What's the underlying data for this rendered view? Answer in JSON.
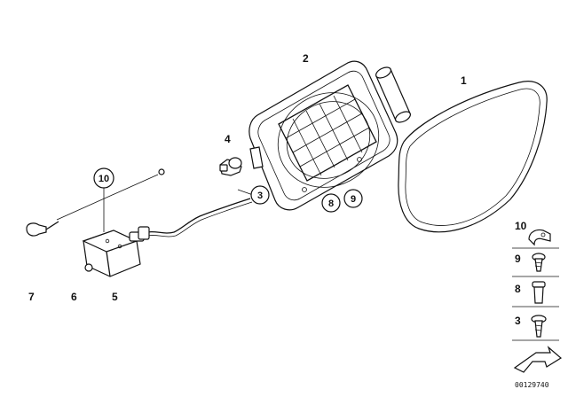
{
  "callouts": {
    "c1": "1",
    "c2": "2",
    "c3": "3",
    "c4": "4",
    "c5": "5",
    "c6": "6",
    "c7": "7",
    "c8": "8",
    "c9": "9",
    "c10": "10"
  },
  "side_list": {
    "i10": "10",
    "i9": "9",
    "i8": "8",
    "i3": "3"
  },
  "drawing_code": "00129740"
}
